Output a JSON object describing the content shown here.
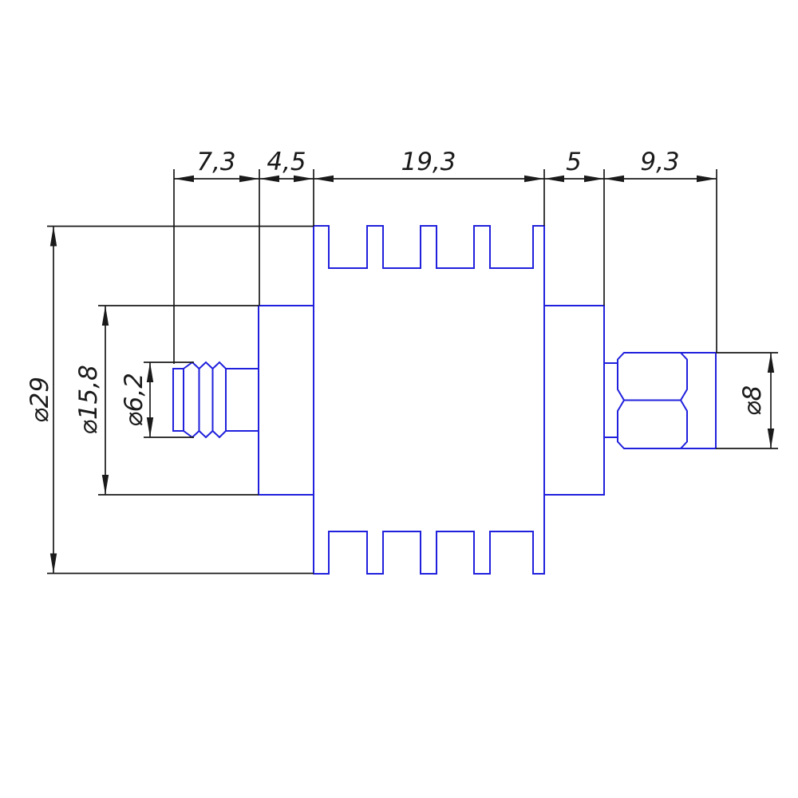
{
  "drawing": {
    "kind": "technical dimension drawing",
    "background_color": "#ffffff",
    "geometry_color": "#2020dd",
    "dimension_color": "#1a1a1a",
    "top_dimensions": [
      {
        "label": "7,3",
        "value": 7.3
      },
      {
        "label": "4,5",
        "value": 4.5
      },
      {
        "label": "19,3",
        "value": 19.3
      },
      {
        "label": "5",
        "value": 5
      },
      {
        "label": "9,3",
        "value": 9.3
      }
    ],
    "diameter_dimensions": [
      {
        "label": "⌀29",
        "value": 29
      },
      {
        "label": "⌀15,8",
        "value": 15.8
      },
      {
        "label": "⌀6,2",
        "value": 6.2
      },
      {
        "label": "⌀8",
        "value": 8
      }
    ]
  }
}
